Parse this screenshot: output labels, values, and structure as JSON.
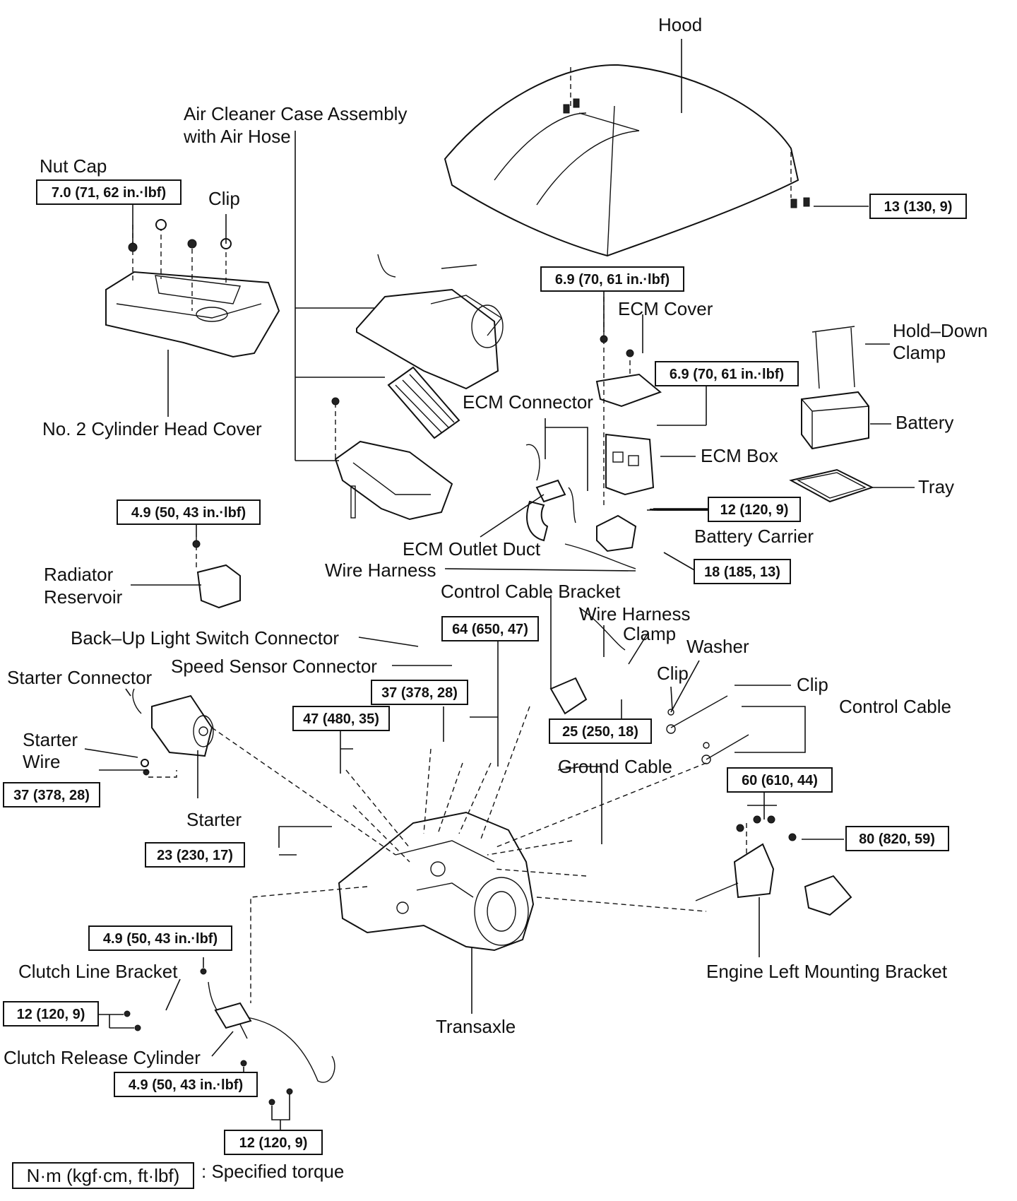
{
  "labels": {
    "hood": "Hood",
    "air_cleaner_line1": "Air Cleaner Case Assembly",
    "air_cleaner_line2": "with Air Hose",
    "nut_cap": "Nut Cap",
    "clip_top": "Clip",
    "no2_cyl_head_cover": "No. 2 Cylinder Head Cover",
    "ecm_cover": "ECM Cover",
    "hold_down_line1": "Hold–Down",
    "hold_down_line2": "Clamp",
    "battery": "Battery",
    "ecm_connector": "ECM Connector",
    "ecm_box": "ECM Box",
    "tray": "Tray",
    "battery_carrier": "Battery Carrier",
    "ecm_outlet_duct": "ECM Outlet Duct",
    "wire_harness": "Wire Harness",
    "radiator_line1": "Radiator",
    "radiator_line2": "Reservoir",
    "control_cable_bracket": "Control Cable Bracket",
    "wire_harness_clamp_line1": "Wire Harness",
    "wire_harness_clamp_line2": "Clamp",
    "backup_light": "Back–Up Light Switch Connector",
    "washer": "Washer",
    "speed_sensor": "Speed Sensor Connector",
    "clip_mid": "Clip",
    "clip_right": "Clip",
    "starter_connector": "Starter Connector",
    "control_cable": "Control Cable",
    "starter_wire_line1": "Starter",
    "starter_wire_line2": "Wire",
    "ground_cable": "Ground Cable",
    "starter": "Starter",
    "engine_left_mount": "Engine Left Mounting Bracket",
    "clutch_line_bracket": "Clutch Line Bracket",
    "transaxle": "Transaxle",
    "clutch_release_cylinder": "Clutch Release Cylinder",
    "legend_text": ": Specified torque"
  },
  "torques": {
    "nut_cap": "7.0 (71, 62 in.·lbf)",
    "hood": "13 (130, 9)",
    "ecm_cover": "6.9 (70, 61 in.·lbf)",
    "ecm_box": "6.9 (70, 61 in.·lbf)",
    "radiator": "4.9 (50, 43 in.·lbf)",
    "battery_carrier_nut": "12 (120, 9)",
    "battery_carrier_bolt": "18 (185, 13)",
    "bolt_64": "64 (650, 47)",
    "bolt_37_upper": "37 (378, 28)",
    "bolt_47": "47 (480, 35)",
    "control_bracket": "25 (250, 18)",
    "starter_37": "37 (378, 28)",
    "mount_60": "60 (610, 44)",
    "mount_80": "80 (820, 59)",
    "bolt_23": "23 (230, 17)",
    "clutch_line_bracket_49": "4.9 (50, 43 in.·lbf)",
    "clutch_12_left": "12 (120, 9)",
    "clutch_cyl_49": "4.9 (50, 43 in.·lbf)",
    "clutch_12_bottom": "12 (120, 9)",
    "legend_unit": "N·m (kgf·cm, ft·lbf)"
  }
}
